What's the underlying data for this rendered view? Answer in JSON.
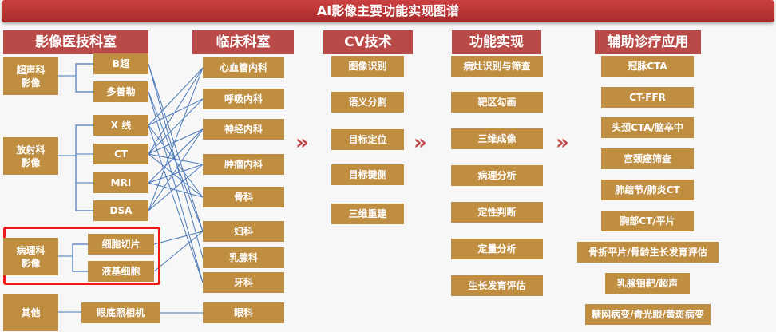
{
  "title": "AI影像主要功能实现图谱",
  "headers": {
    "imaging": "影像医技科室",
    "clinical": "临床科室",
    "cv": "CV技术",
    "function": "功能实现",
    "application": "辅助诊疗应用"
  },
  "imaging_groups": {
    "ultrasound": "超声科影像",
    "radiology": "放射科影像",
    "pathology": "病理科影像",
    "other": "其他"
  },
  "imaging_items": {
    "b_ultrasound": "B超",
    "doppler": "多普勒",
    "xray": "X 线",
    "ct": "CT",
    "mri": "MRI",
    "dsa": "DSA",
    "cell_slice": "细胞切片",
    "liquid_cell": "液基细胞",
    "fundus_camera": "眼底照相机"
  },
  "clinical": [
    "心血管内科",
    "呼吸内科",
    "神经内科",
    "肿瘤内科",
    "骨科",
    "妇科",
    "乳腺科",
    "牙科",
    "眼科"
  ],
  "cv": [
    "图像识别",
    "语义分割",
    "目标定位",
    "目标键侧",
    "三维重建"
  ],
  "functions": [
    "病灶识别与筛查",
    "靶区勾画",
    "三维成像",
    "病理分析",
    "定性判断",
    "定量分析",
    "生长发育评估"
  ],
  "applications": [
    "冠脉CTA",
    "CT-FFR",
    "头颈CTA/脑卒中",
    "宫颈癌筛查",
    "肺结节/肺炎CT",
    "胸部CT/平片",
    "骨折平片/骨龄生长发育评估",
    "乳腺钼靶/超声",
    "糖网病变/青光眼/黄斑病变"
  ],
  "chevron": "»",
  "connections": [
    [
      "b_ultrasound",
      6
    ],
    [
      "b_ultrasound",
      5
    ],
    [
      "doppler",
      7
    ],
    [
      "doppler",
      5
    ],
    [
      "xray",
      0
    ],
    [
      "xray",
      1
    ],
    [
      "xray",
      4
    ],
    [
      "xray",
      7
    ],
    [
      "ct",
      0
    ],
    [
      "ct",
      1
    ],
    [
      "ct",
      2
    ],
    [
      "ct",
      3
    ],
    [
      "ct",
      4
    ],
    [
      "mri",
      2
    ],
    [
      "mri",
      3
    ],
    [
      "mri",
      4
    ],
    [
      "dsa",
      0
    ],
    [
      "dsa",
      2
    ],
    [
      "dsa",
      3
    ],
    [
      "cell_slice",
      5
    ],
    [
      "liquid_cell",
      5
    ],
    [
      "fundus_camera",
      8
    ]
  ],
  "colors": {
    "box": "#c08e40",
    "header": "#b94a48",
    "line": "#4a78b8",
    "highlight": "#f01818"
  }
}
